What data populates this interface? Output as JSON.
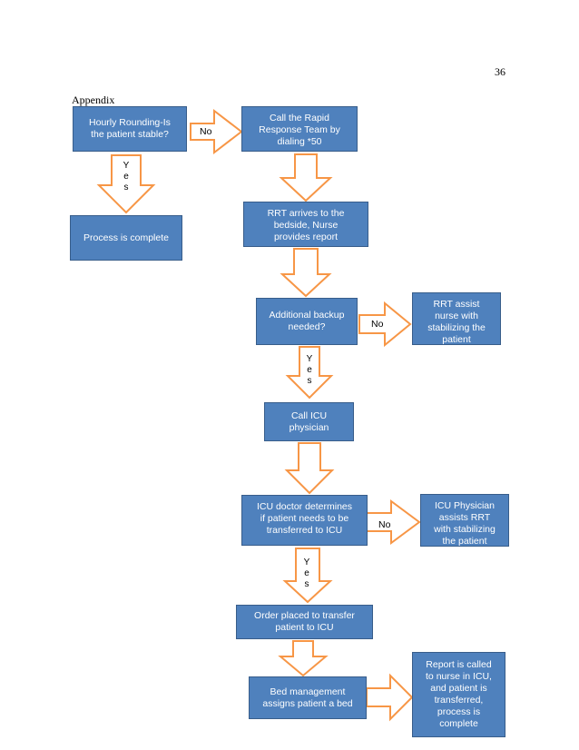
{
  "page": {
    "number": "36",
    "heading": "Appendix"
  },
  "colors": {
    "box_fill": "#4f81bd",
    "box_border": "#385d8a",
    "arrow_stroke": "#f79646",
    "text_on_box": "#ffffff"
  },
  "nodes": {
    "hourly_rounding": "Hourly Rounding-Is\nthe patient stable?",
    "call_rrt": "Call the Rapid\nResponse Team by\ndialing *50",
    "process_complete": "Process is complete",
    "rrt_arrives": "RRT arrives to the\nbedside, Nurse\nprovides report",
    "backup_needed": "Additional backup\nneeded?",
    "rrt_assist": "RRT assist\nnurse with\nstabilizing the\npatient",
    "call_icu": "Call ICU\nphysician",
    "icu_doctor": "ICU doctor determines\nif patient needs to be\ntransferred to ICU",
    "icu_physician_assists": "ICU Physician\nassists RRT\nwith stabilizing\nthe patient",
    "order_placed": "Order placed to transfer\npatient to ICU",
    "bed_management": "Bed management\nassigns patient a bed",
    "report_called": "Report is called\nto nurse in ICU,\nand patient is\ntransferred,\nprocess is\ncomplete"
  },
  "labels": {
    "no_1": "No",
    "yes_1": "Y\ne\ns",
    "no_2": "No",
    "yes_2": "Y\ne\ns",
    "no_3": "No",
    "yes_3": "Y\ne\ns"
  }
}
